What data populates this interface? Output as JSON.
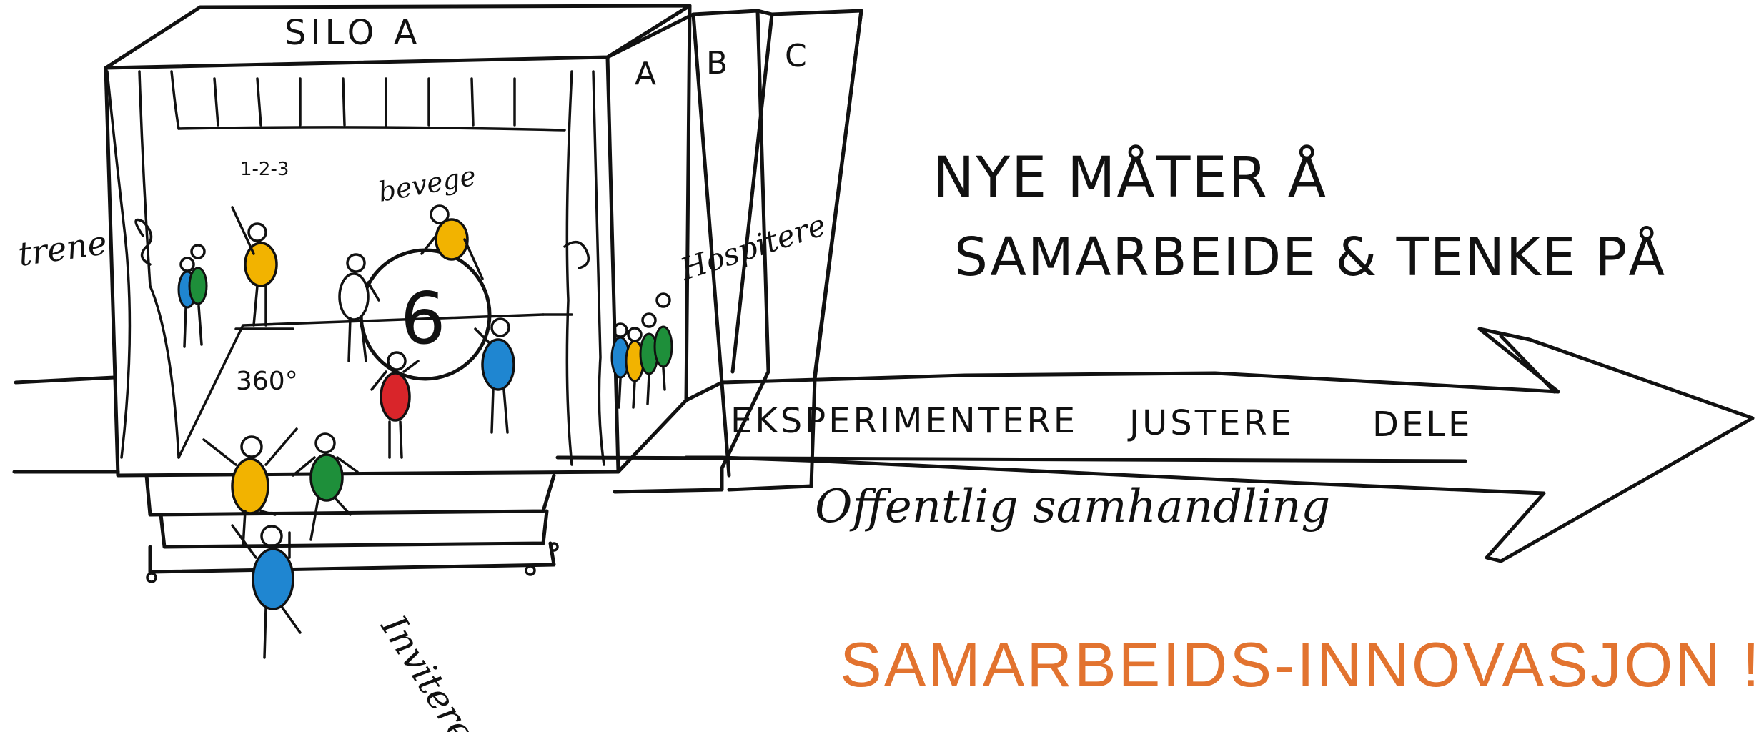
{
  "silo_title": "SILO A",
  "binders": [
    "A",
    "B",
    "C"
  ],
  "labels": {
    "trene": "trene",
    "count": "1-2-3",
    "bevege": "bevege",
    "degrees": "360°",
    "six": "6",
    "hospitere": "Hospitere",
    "invitere": "Invitere"
  },
  "heading_line1": "NYE MÅTER Å",
  "heading_line2": "SAMARBEIDE & TENKE PÅ",
  "arrow_words": [
    "EKSPERIMENTERE",
    "JUSTERE",
    "DELE"
  ],
  "arrow_caption": "Offentlig samhandling",
  "headline": "SAMARBEIDS-INNOVASJON !",
  "colors": {
    "ink": "#111111",
    "headline": "#E2732F",
    "yellow": "#F2B300",
    "green": "#1E8F3A",
    "blue": "#1F86D1",
    "red": "#D9252A"
  }
}
